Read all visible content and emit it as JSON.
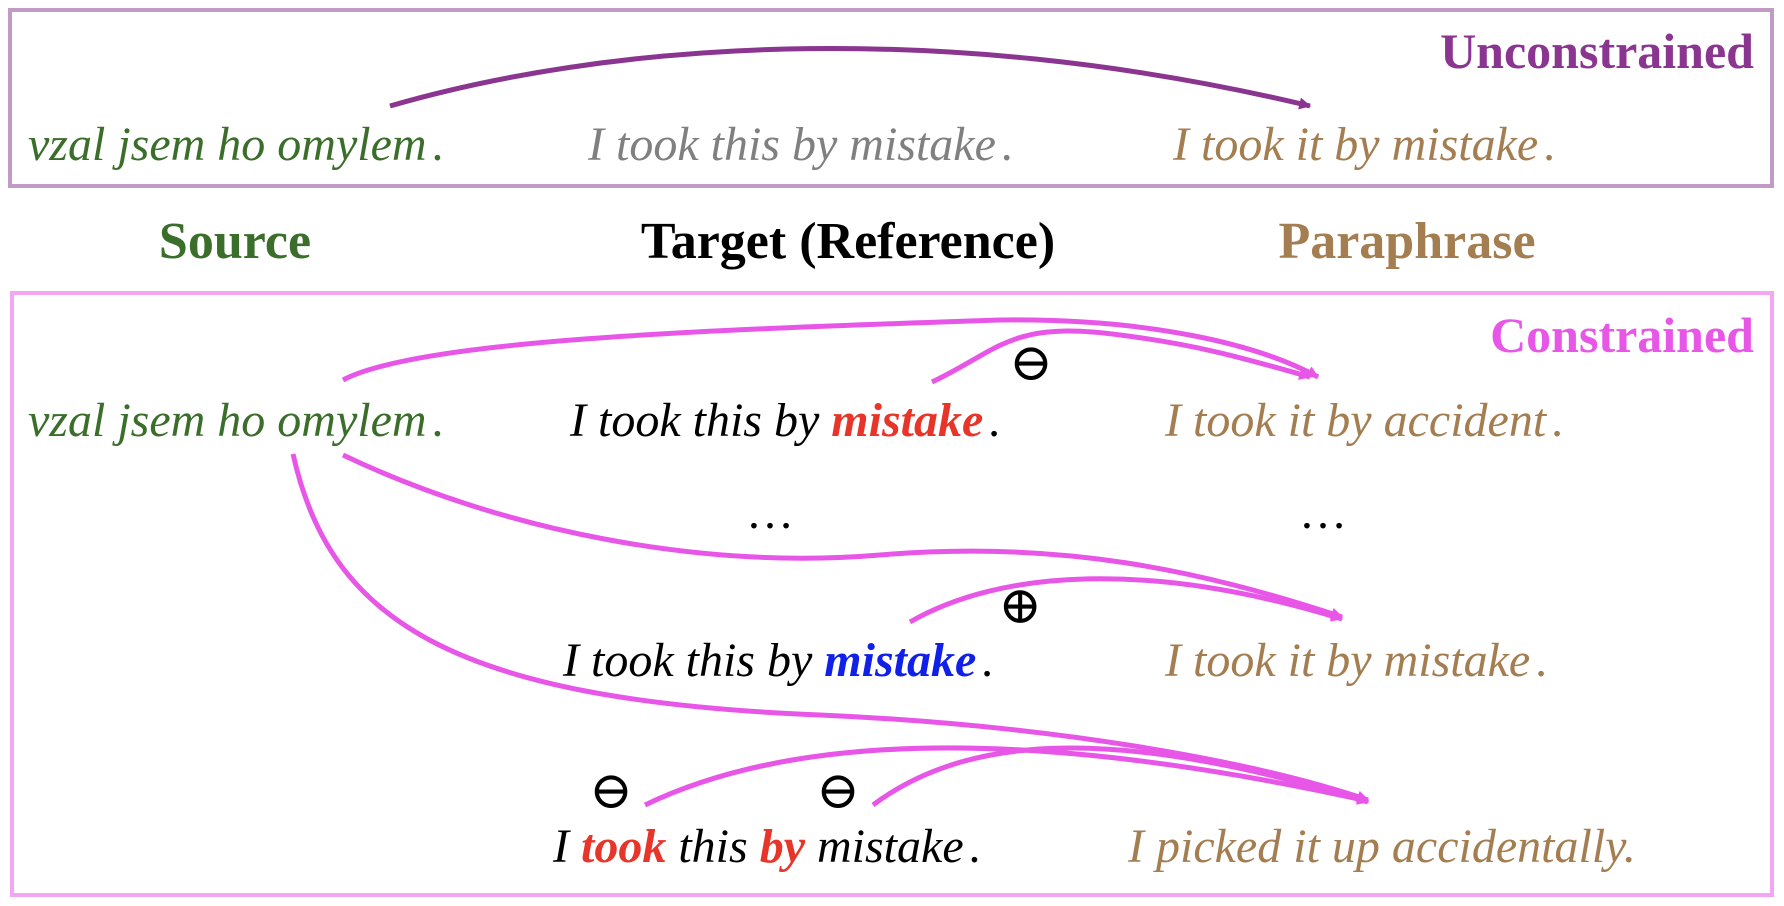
{
  "colors": {
    "unconstrained": "#8a3590",
    "unconstrained_box": "#c29bc4",
    "constrained": "#e856e8",
    "constrained_box": "#f4a6f4",
    "source": "#3a6e2a",
    "reference_gray": "#808080",
    "paraphrase": "#a47d50",
    "negative_token": "#e8352a",
    "positive_token": "#1020e8"
  },
  "unconstrained": {
    "label": "Unconstrained",
    "source": "vzal jsem ho omylem",
    "source_period": ".",
    "target": "I took this by mistake",
    "target_period": ".",
    "paraphrase": "I took it by mistake",
    "paraphrase_period": "."
  },
  "headers": {
    "source": "Source",
    "target": "Target (Reference)",
    "paraphrase": "Paraphrase"
  },
  "constrained": {
    "label": "Constrained",
    "source": "vzal jsem ho omylem",
    "source_period": ".",
    "ellipsis_target": "…",
    "ellipsis_paraphrase": "…",
    "rows": [
      {
        "target_before": "I took this by ",
        "target_highlight": "mistake",
        "target_after": ".",
        "highlight_type": "negative",
        "constraint_symbol": "⊖",
        "paraphrase": "I took it by accident",
        "paraphrase_period": "."
      },
      {
        "target_before": "I took this by ",
        "target_highlight": "mistake",
        "target_after": ".",
        "highlight_type": "positive",
        "constraint_symbol": "⊕",
        "paraphrase": "I took it by mistake",
        "paraphrase_period": "."
      },
      {
        "target_1": "I ",
        "highlight_1": "took",
        "target_2": " this ",
        "highlight_2": "by",
        "target_3": " mistake",
        "target_period": ".",
        "highlight_type": "negative",
        "constraint_symbols": [
          "⊖",
          "⊖"
        ],
        "paraphrase": "I picked it up accidentally",
        "paraphrase_period": "."
      }
    ]
  }
}
